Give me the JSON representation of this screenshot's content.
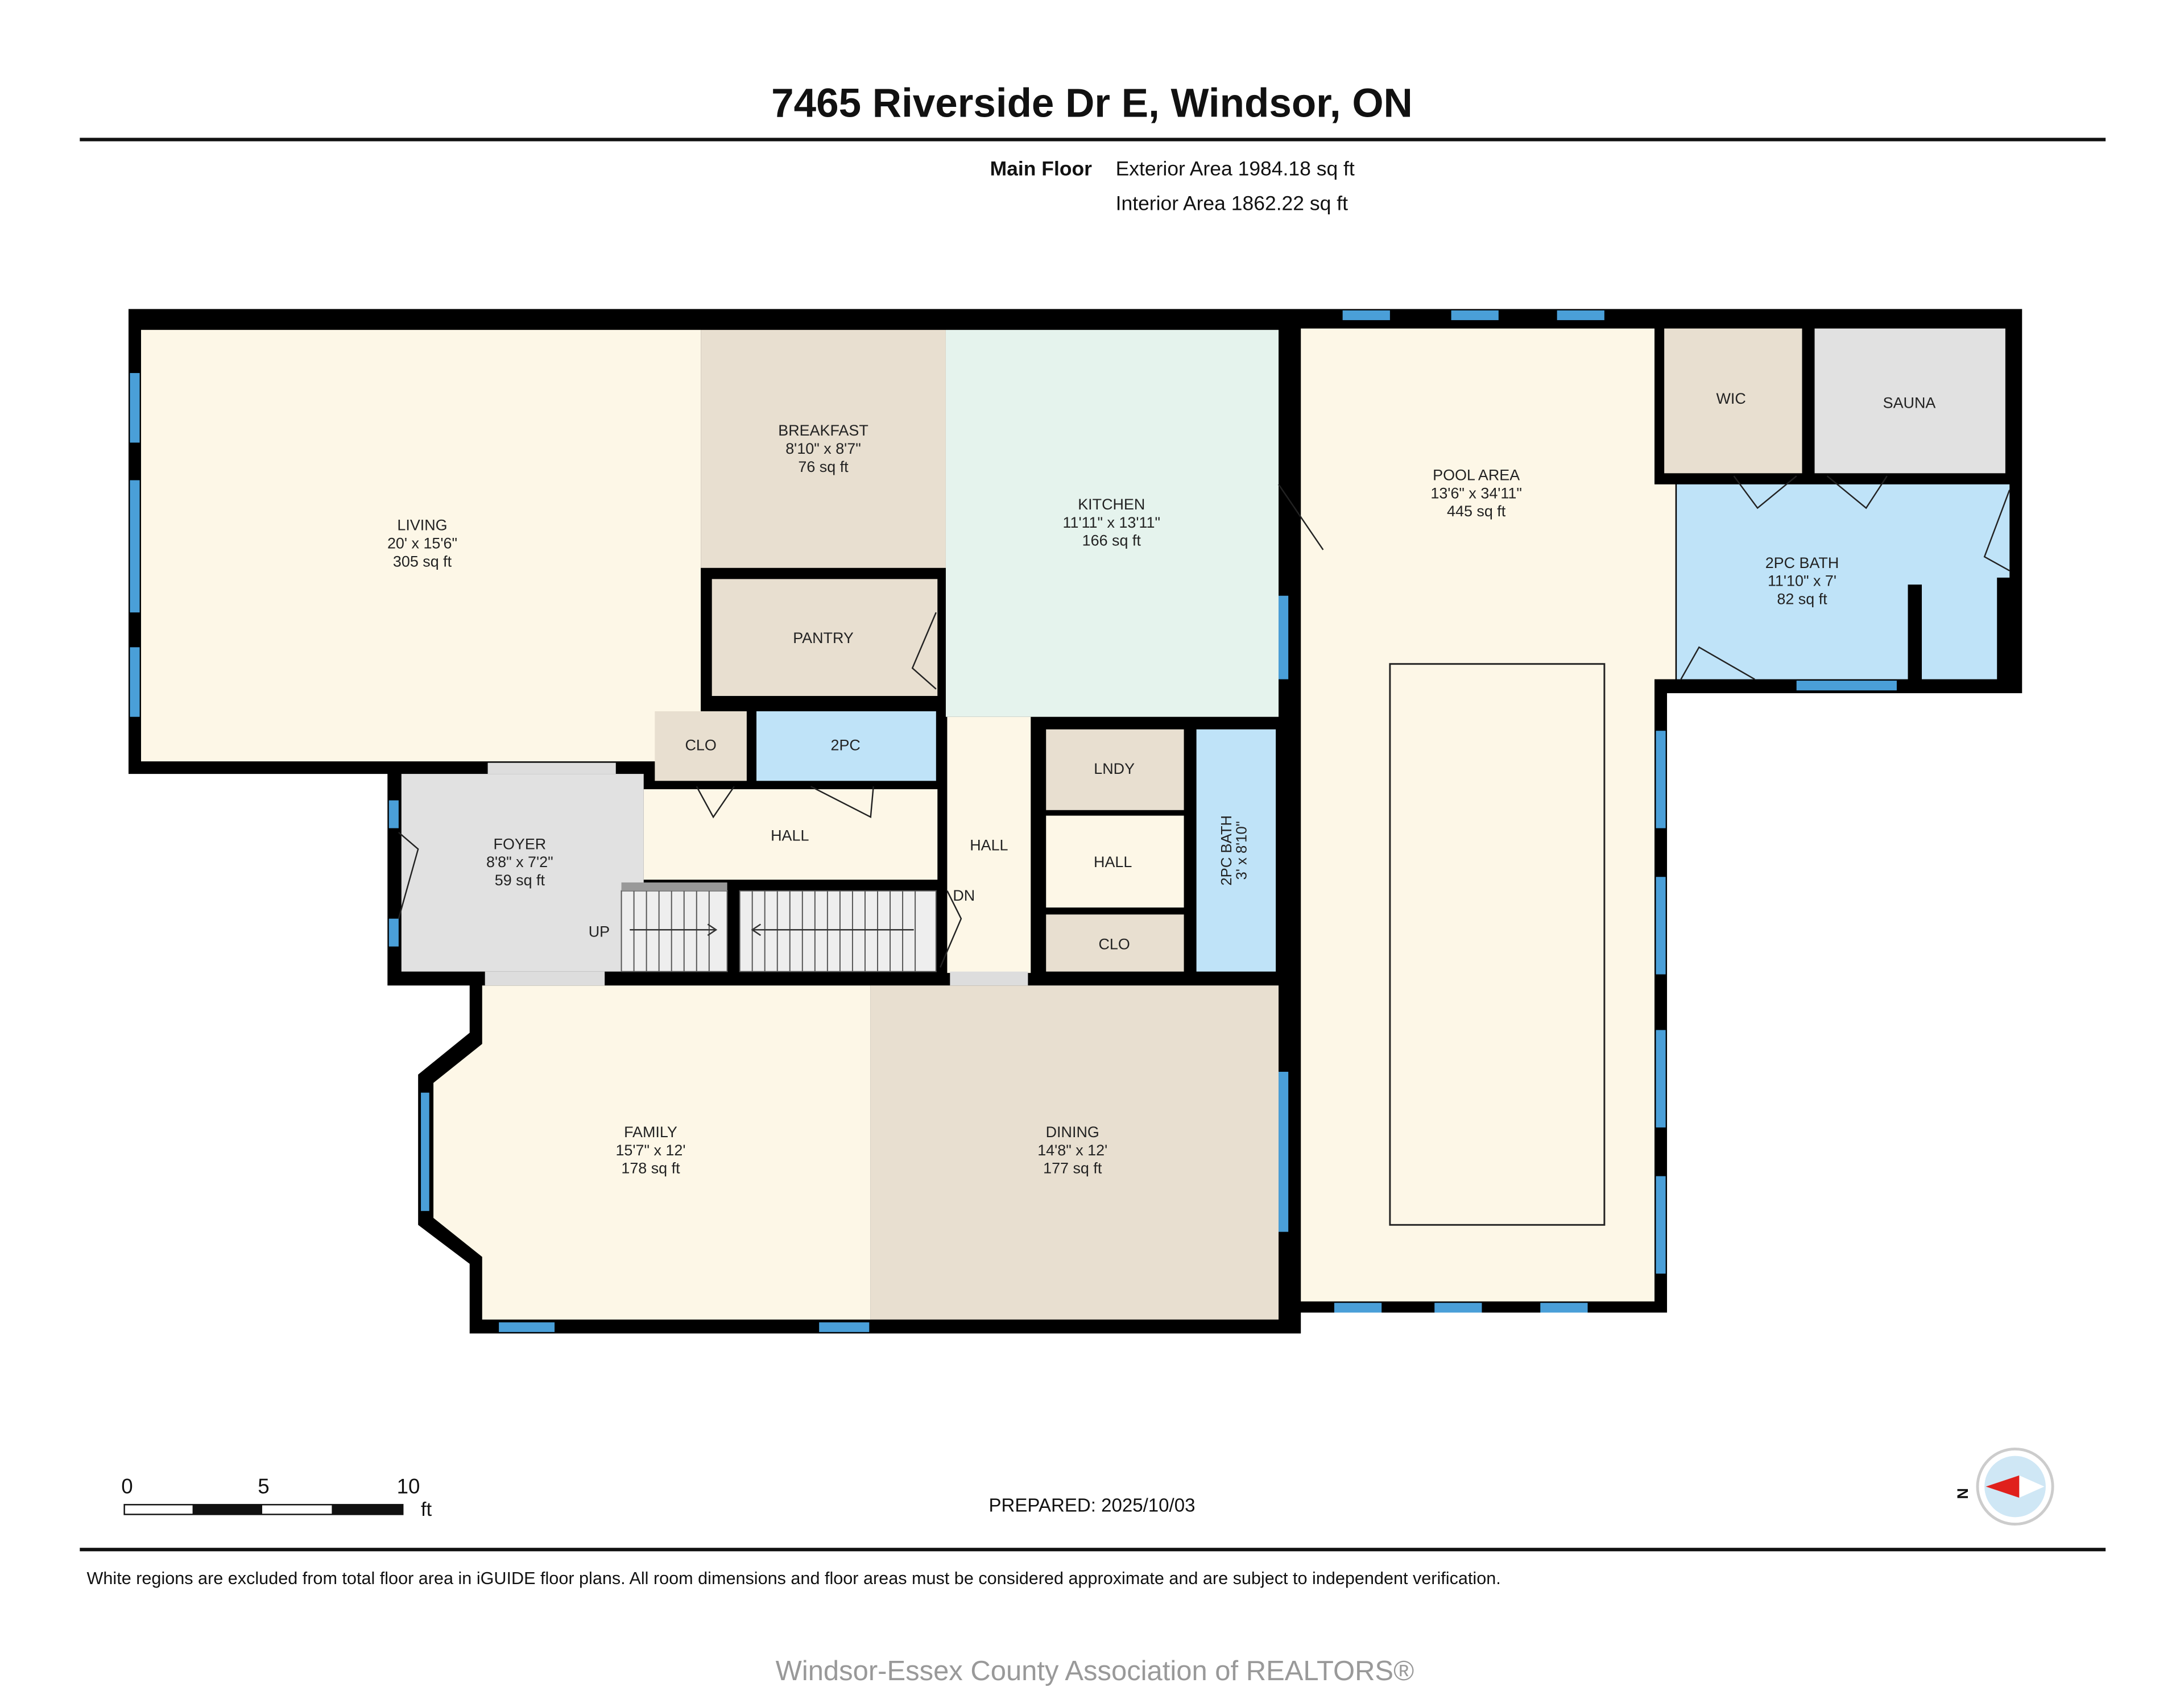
{
  "header": {
    "title": "7465 Riverside Dr E, Windsor, ON",
    "floor": "Main Floor",
    "exterior_area": "Exterior Area 1984.18 sq ft",
    "interior_area": "Interior Area 1862.22 sq ft"
  },
  "colors": {
    "cream": "#fdf7e7",
    "tan": "#e8dfd0",
    "mint": "#e5f3ed",
    "blue": "#bfe3f8",
    "grey": "#e1e1e1",
    "wall": "#000000",
    "window": "#4a9fd8"
  },
  "rooms": {
    "living": {
      "name": "LIVING",
      "dims": "20' x 15'6\"",
      "area": "305 sq ft"
    },
    "breakfast": {
      "name": "BREAKFAST",
      "dims": "8'10\" x 8'7\"",
      "area": "76 sq ft"
    },
    "kitchen": {
      "name": "KITCHEN",
      "dims": "11'11\" x 13'11\"",
      "area": "166 sq ft"
    },
    "pool": {
      "name": "POOL AREA",
      "dims": "13'6\" x 34'11\"",
      "area": "445 sq ft"
    },
    "wic": {
      "name": "WIC"
    },
    "sauna": {
      "name": "SAUNA"
    },
    "bath_2pc_east": {
      "name": "2PC BATH",
      "dims": "11'10\" x 7'",
      "area": "82 sq ft"
    },
    "pantry": {
      "name": "PANTRY"
    },
    "clo_1": {
      "name": "CLO"
    },
    "pc2": {
      "name": "2PC"
    },
    "foyer": {
      "name": "FOYER",
      "dims": "8'8\" x 7'2\"",
      "area": "59 sq ft"
    },
    "hall_1": {
      "name": "HALL"
    },
    "hall_2": {
      "name": "HALL"
    },
    "hall_3": {
      "name": "HALL"
    },
    "lndy": {
      "name": "LNDY"
    },
    "clo_2": {
      "name": "CLO"
    },
    "bath_2pc_small": {
      "name": "2PC BATH",
      "dims": "3' x 8'10\""
    },
    "family": {
      "name": "FAMILY",
      "dims": "15'7\" x 12'",
      "area": "178 sq ft"
    },
    "dining": {
      "name": "DINING",
      "dims": "14'8\" x 12'",
      "area": "177 sq ft"
    }
  },
  "stairs": {
    "up": "UP",
    "down": "DN"
  },
  "scale": {
    "labels": [
      "0",
      "5",
      "10"
    ],
    "unit": "ft"
  },
  "prepared": "PREPARED: 2025/10/03",
  "compass": {
    "label": "N",
    "icon": "compass-icon"
  },
  "disclaimer": "White regions are excluded from total floor area in iGUIDE floor plans. All room dimensions and floor areas must be considered approximate and are subject to independent verification.",
  "watermark": "Windsor-Essex County Association of REALTORS®"
}
